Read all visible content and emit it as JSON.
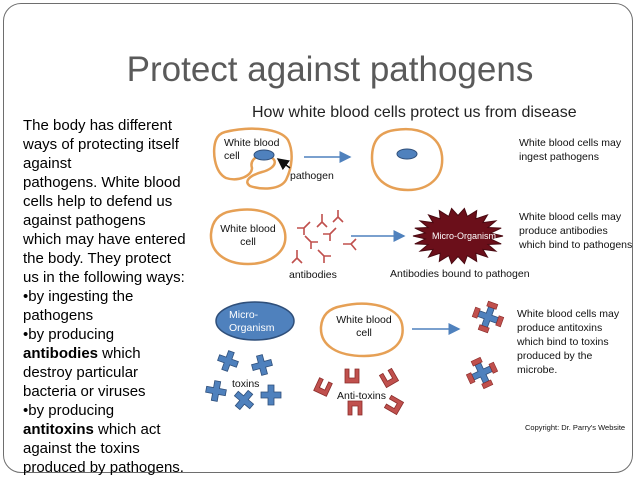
{
  "slide": {
    "title": "Protect against pathogens",
    "body_lines": [
      {
        "text": "The body has different"
      },
      {
        "text": "ways of protecting itself"
      },
      {
        "text": "against"
      },
      {
        "text": "pathogens.  White blood"
      },
      {
        "text": "cells help to defend us"
      },
      {
        "text": "against pathogens"
      },
      {
        "text": "which may have entered"
      },
      {
        "text": "the body.  They protect"
      },
      {
        "text": "us in the following ways:"
      },
      {
        "text": "•by ingesting the"
      },
      {
        "text": "pathogens"
      },
      {
        "text": "•by producing"
      },
      {
        "bold": "antibodies",
        "text": " which"
      },
      {
        "text": "destroy particular"
      },
      {
        "text": "bacteria or viruses"
      },
      {
        "text": "•by producing"
      },
      {
        "bold": "antitoxins",
        "text": " which act"
      },
      {
        "text": "against the toxins"
      },
      {
        "text": "produced by pathogens."
      }
    ]
  },
  "diagram": {
    "title": "How white blood cells protect us from disease",
    "row1": {
      "cell_label": "White blood cell",
      "pathogen_label": "pathogen",
      "caption": "White blood cells may ingest pathogens"
    },
    "row2": {
      "cell_label": "White blood cell",
      "antibodies_label": "antibodies",
      "microbe_label": "Micro-Organism",
      "bound_label": "Antibodies bound to pathogen",
      "caption": "White blood cells may produce antibodies which bind to pathogens"
    },
    "row3": {
      "microbe_label": "Micro-Organism",
      "cell_label": "White blood cell",
      "toxins_label": "toxins",
      "antitoxins_label": "Anti-toxins",
      "caption": "White blood cells may produce antitoxins which bind to toxins produced by the microbe."
    },
    "copyright": "Copyright:  Dr. Parry's Website"
  },
  "colors": {
    "cell_outline": "#e6a055",
    "arrow": "#4f81bd",
    "pathogen": "#4f81bd",
    "microbe_dark": "#6b0f1a",
    "antibody": "#c0504d",
    "toxin": "#4f81bd",
    "antitoxin": "#c0504d"
  }
}
